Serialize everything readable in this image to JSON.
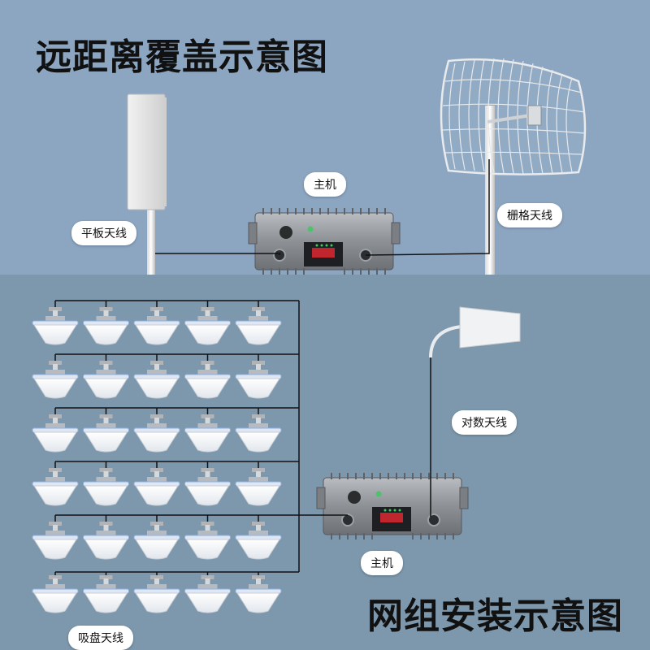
{
  "titles": {
    "top": "远距离覆盖示意图",
    "bottom": "网组安装示意图"
  },
  "labels": {
    "host_top": "主机",
    "panel_antenna": "平板天线",
    "grid_antenna": "栅格天线",
    "log_antenna": "对数天线",
    "host_bottom": "主机",
    "ceiling_antenna": "吸盘天线"
  },
  "ceiling_grid": {
    "rows": 6,
    "cols": 5
  },
  "colors": {
    "top_background": "#8ca6c2",
    "bottom_background": "#7d98ad",
    "cable": "#111111"
  }
}
